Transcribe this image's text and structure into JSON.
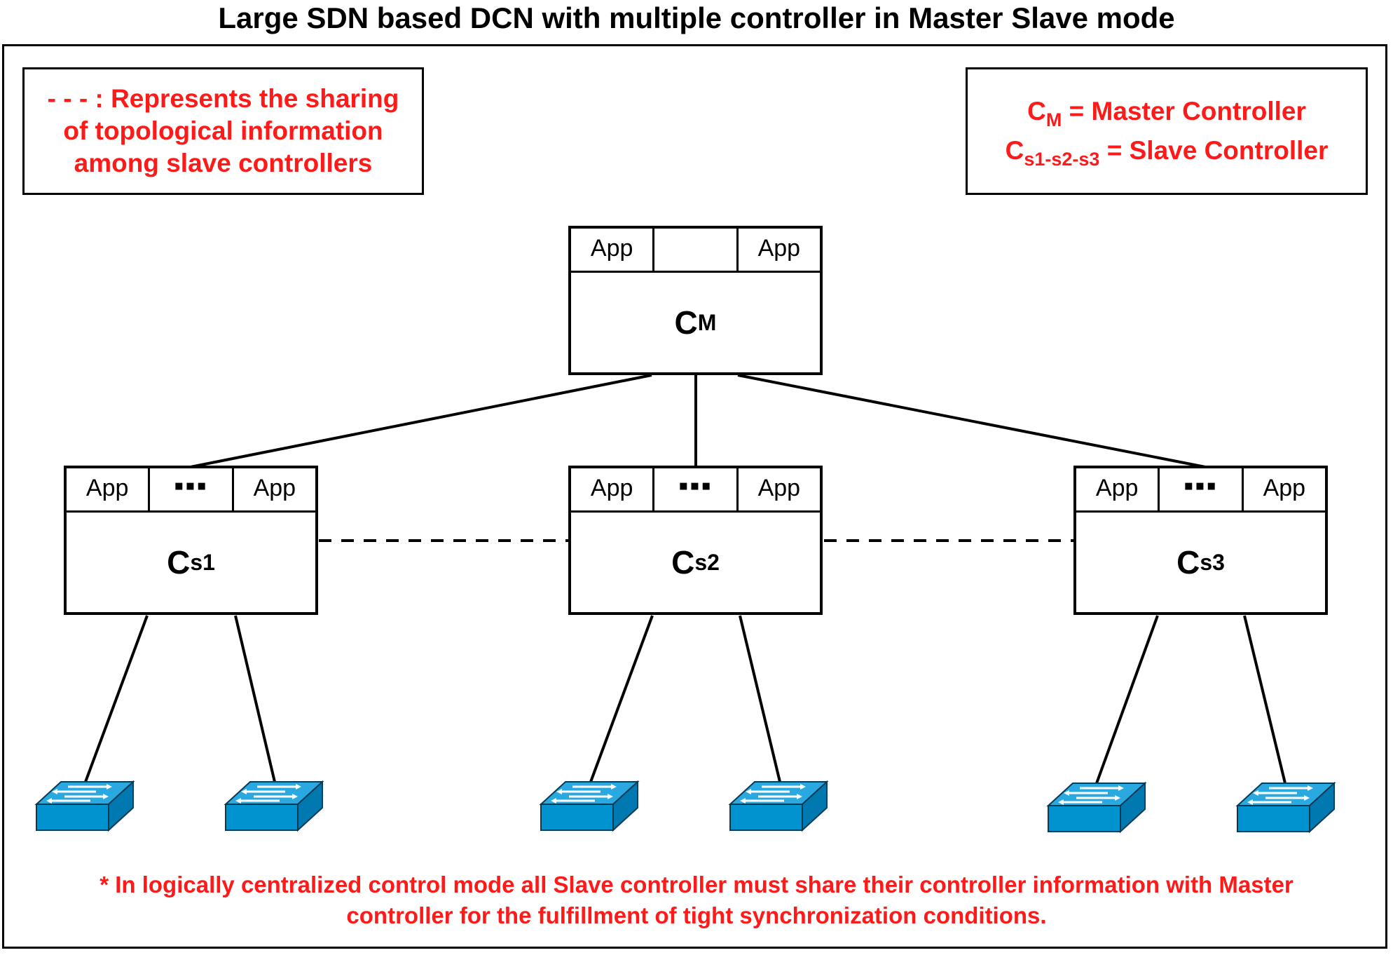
{
  "title": "Large SDN based DCN with multiple controller in Master Slave mode",
  "legend_left": {
    "lines": [
      "- - - : Represents the sharing",
      "of topological information",
      "among slave controllers"
    ]
  },
  "legend_right": {
    "master_symbol": "C",
    "master_sub": "M",
    "master_text": " = Master Controller",
    "slave_symbol": "C",
    "slave_sub": "s1-s2-s3",
    "slave_text": " = Slave Controller"
  },
  "master": {
    "app_left": "App",
    "app_middle": "",
    "app_right": "App",
    "symbol": "C",
    "sub": "M"
  },
  "slaves": [
    {
      "app_left": "App",
      "app_middle": "▪▪▪",
      "app_right": "App",
      "symbol": "C",
      "sub": "s1"
    },
    {
      "app_left": "App",
      "app_middle": "▪▪▪",
      "app_right": "App",
      "symbol": "C",
      "sub": "s2"
    },
    {
      "app_left": "App",
      "app_middle": "▪▪▪",
      "app_right": "App",
      "symbol": "C",
      "sub": "s3"
    }
  ],
  "switch_color": "#0093d0",
  "switch_top_color": "#2aa8e0",
  "accent_red": "#ff1a1a",
  "footnote": {
    "line1": "* In logically centralized control mode all Slave controller must share their controller information with Master",
    "line2": "controller for the fulfillment of tight synchronization conditions."
  }
}
